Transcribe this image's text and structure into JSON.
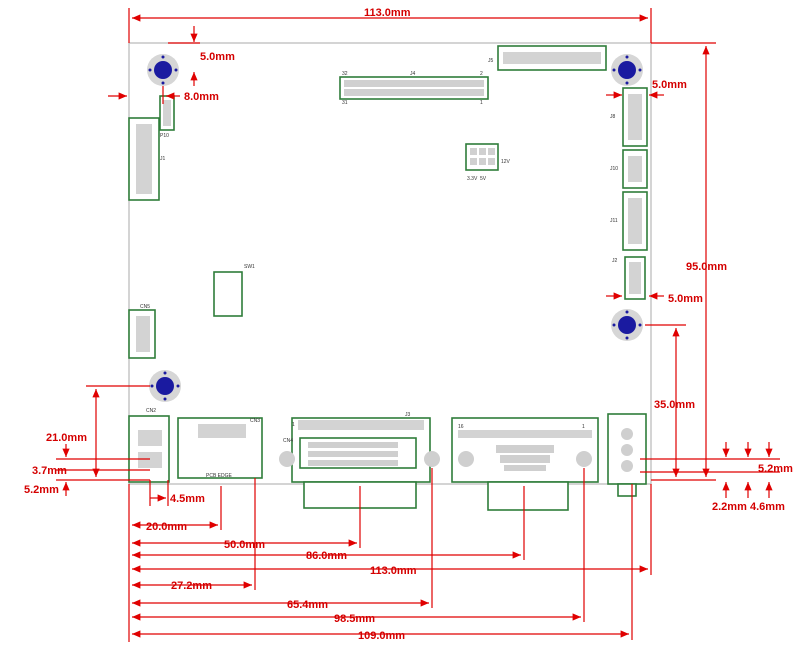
{
  "dimensions": {
    "top_width": "113.0mm",
    "hole_to_top": "5.0mm",
    "hole_to_left": "8.0mm",
    "right_conn_top": "5.0mm",
    "right_conn_bottom": "5.0mm",
    "board_height": "95.0mm",
    "right_hole_height": "35.0mm",
    "right_offset_1": "5.2mm",
    "right_offset_2": "2.2mm",
    "right_offset_3": "4.6mm",
    "left_height": "21.0mm",
    "left_offset_1": "3.7mm",
    "left_offset_2": "5.2mm",
    "left_dist": "4.5mm",
    "h_20": "20.0mm",
    "h_50": "50.0mm",
    "h_86": "86.0mm",
    "h_113": "113.0mm",
    "h_27": "27.2mm",
    "h_65": "65.4mm",
    "h_98": "98.5mm",
    "h_109": "109.0mm"
  },
  "labels": {
    "j4_pin_32": "32",
    "j4_pin_2": "2",
    "j4_pin_31": "31",
    "j4_pin_1": "1",
    "j4_name": "J4",
    "pwr_33v": "3.3V",
    "pwr_5v": "5V",
    "pwr_12v": "12V",
    "cn4": "CN4",
    "j3": "J3",
    "dvi_pin_1": "1",
    "vga_pin_16": "16",
    "vga_pin_1": "1",
    "pcb_edge": "PCB EDGE",
    "sw1": "SW1",
    "j1": "J1",
    "j2": "J2",
    "j8": "J8",
    "j10": "J10",
    "j11": "J11",
    "cn2": "CN2",
    "cn3": "CN3",
    "cn5": "CN5",
    "j5": "J5",
    "p10": "P10"
  },
  "colors": {
    "dimension": "#e00000",
    "outline": "#2f7d3a",
    "hole": "#1a1aa0"
  }
}
